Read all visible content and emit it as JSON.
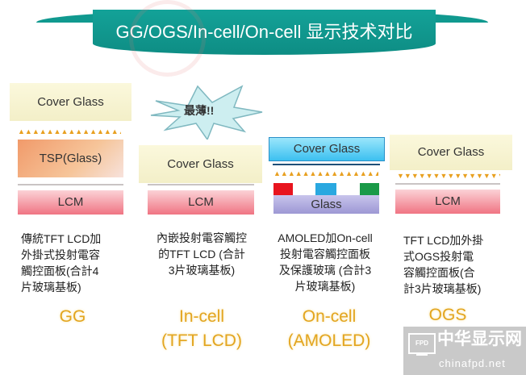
{
  "title": "GG/OGS/In-cell/On-cell 显示技术对比",
  "columns": [
    {
      "name": "GG",
      "layers": {
        "cover": "Cover Glass",
        "tsp": "TSP(Glass)",
        "lcm": "LCM"
      },
      "desc": "傳統TFT LCD加\n外掛式投射電容\n觸控面板(合計4\n片玻璃基板)",
      "label": "GG"
    },
    {
      "name": "In-cell",
      "callout": "最薄!!",
      "layers": {
        "cover": "Cover  Glass",
        "lcm": "LCM"
      },
      "desc": "內嵌投射電容觸控\n的TFT LCD (合計\n3片玻璃基板)",
      "label": "In-cell",
      "sublabel": "(TFT LCD)"
    },
    {
      "name": "On-cell",
      "layers": {
        "cover": "Cover Glass",
        "glass": "Glass"
      },
      "desc": "AMOLED加On-cell\n投射電容觸控面板\n及保護玻璃 (合計3\n片玻璃基板)",
      "label": "On-cell",
      "sublabel": "(AMOLED)"
    },
    {
      "name": "OGS",
      "layers": {
        "cover": "Cover Glass",
        "lcm": "LCM"
      },
      "desc": "TFT LCD加外掛\n式OGS投射電\n容觸控面板(合\n計3片玻璃基板)",
      "label": "OGS"
    }
  ],
  "watermark": {
    "badge": "FPD",
    "name": "中华显示网",
    "url": "chinafpd.net"
  },
  "colors": {
    "teal": "#10998f",
    "label": "#e3a51f",
    "red": "#e8141e",
    "blue": "#2aa8e0",
    "green": "#1a9a48"
  }
}
